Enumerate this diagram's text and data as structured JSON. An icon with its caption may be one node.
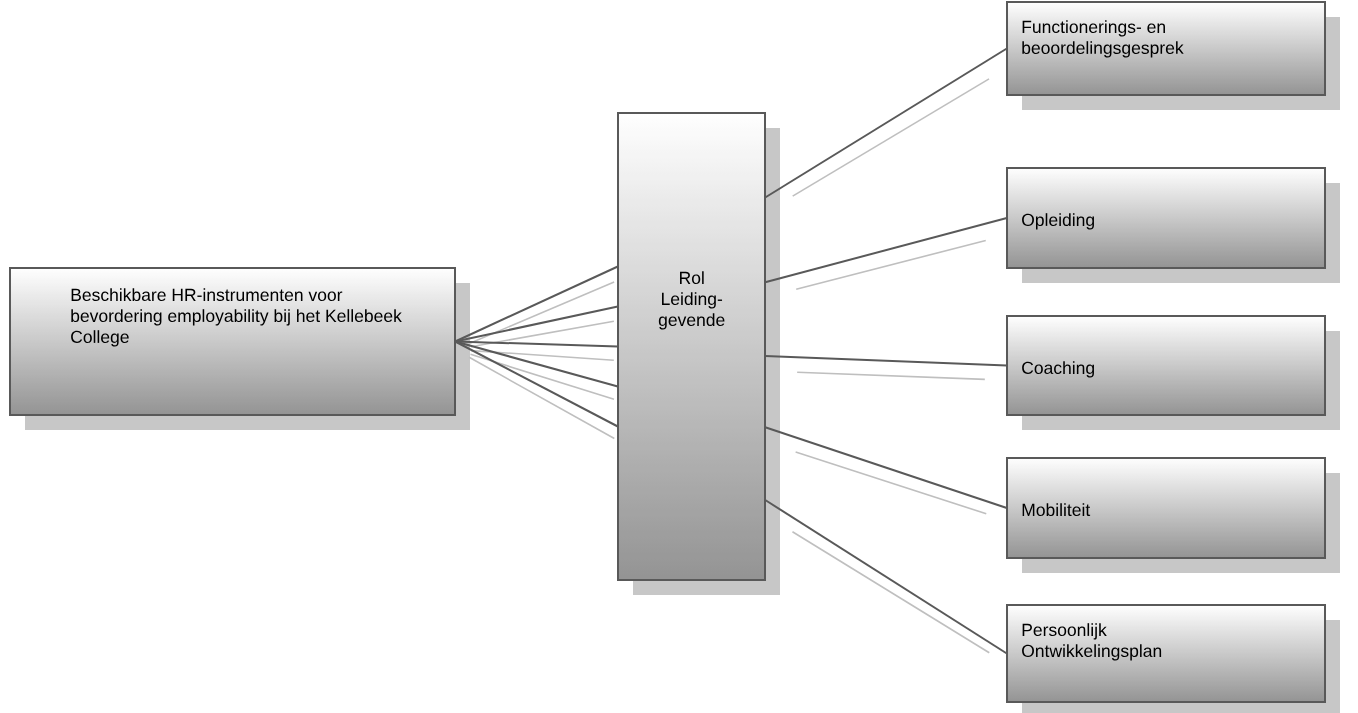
{
  "diagram": {
    "nodes": [
      {
        "text": [
          "Beschikbare HR-instrumenten voor bevordering employability bij het Kellebeek College"
        ]
      },
      {
        "text": [
          "Rol Leiding- gevende"
        ]
      },
      {
        "text": [
          "Functionerings- en beoordelingsgesprek"
        ]
      },
      {
        "text": [
          "Opleiding"
        ]
      },
      {
        "text": [
          "Coaching"
        ]
      },
      {
        "text": [
          "Mobiliteit"
        ]
      },
      {
        "text": [
          "Persoonlijk Ontwikkelingsplan"
        ]
      }
    ],
    "edges": [
      {
        "from": 0,
        "to": 1,
        "arrow": "none"
      },
      {
        "from": 0,
        "to": 1,
        "arrow": "none"
      },
      {
        "from": 0,
        "to": 1,
        "arrow": "none"
      },
      {
        "from": 0,
        "to": 1,
        "arrow": "none"
      },
      {
        "from": 0,
        "to": 1,
        "arrow": "none"
      },
      {
        "from": 1,
        "to": 2,
        "arrow": "none"
      },
      {
        "from": 1,
        "to": 3,
        "arrow": "none"
      },
      {
        "from": 1,
        "to": 4,
        "arrow": "none"
      },
      {
        "from": 1,
        "to": 5,
        "arrow": "none"
      },
      {
        "from": 1,
        "to": 6,
        "arrow": "none"
      }
    ]
  }
}
